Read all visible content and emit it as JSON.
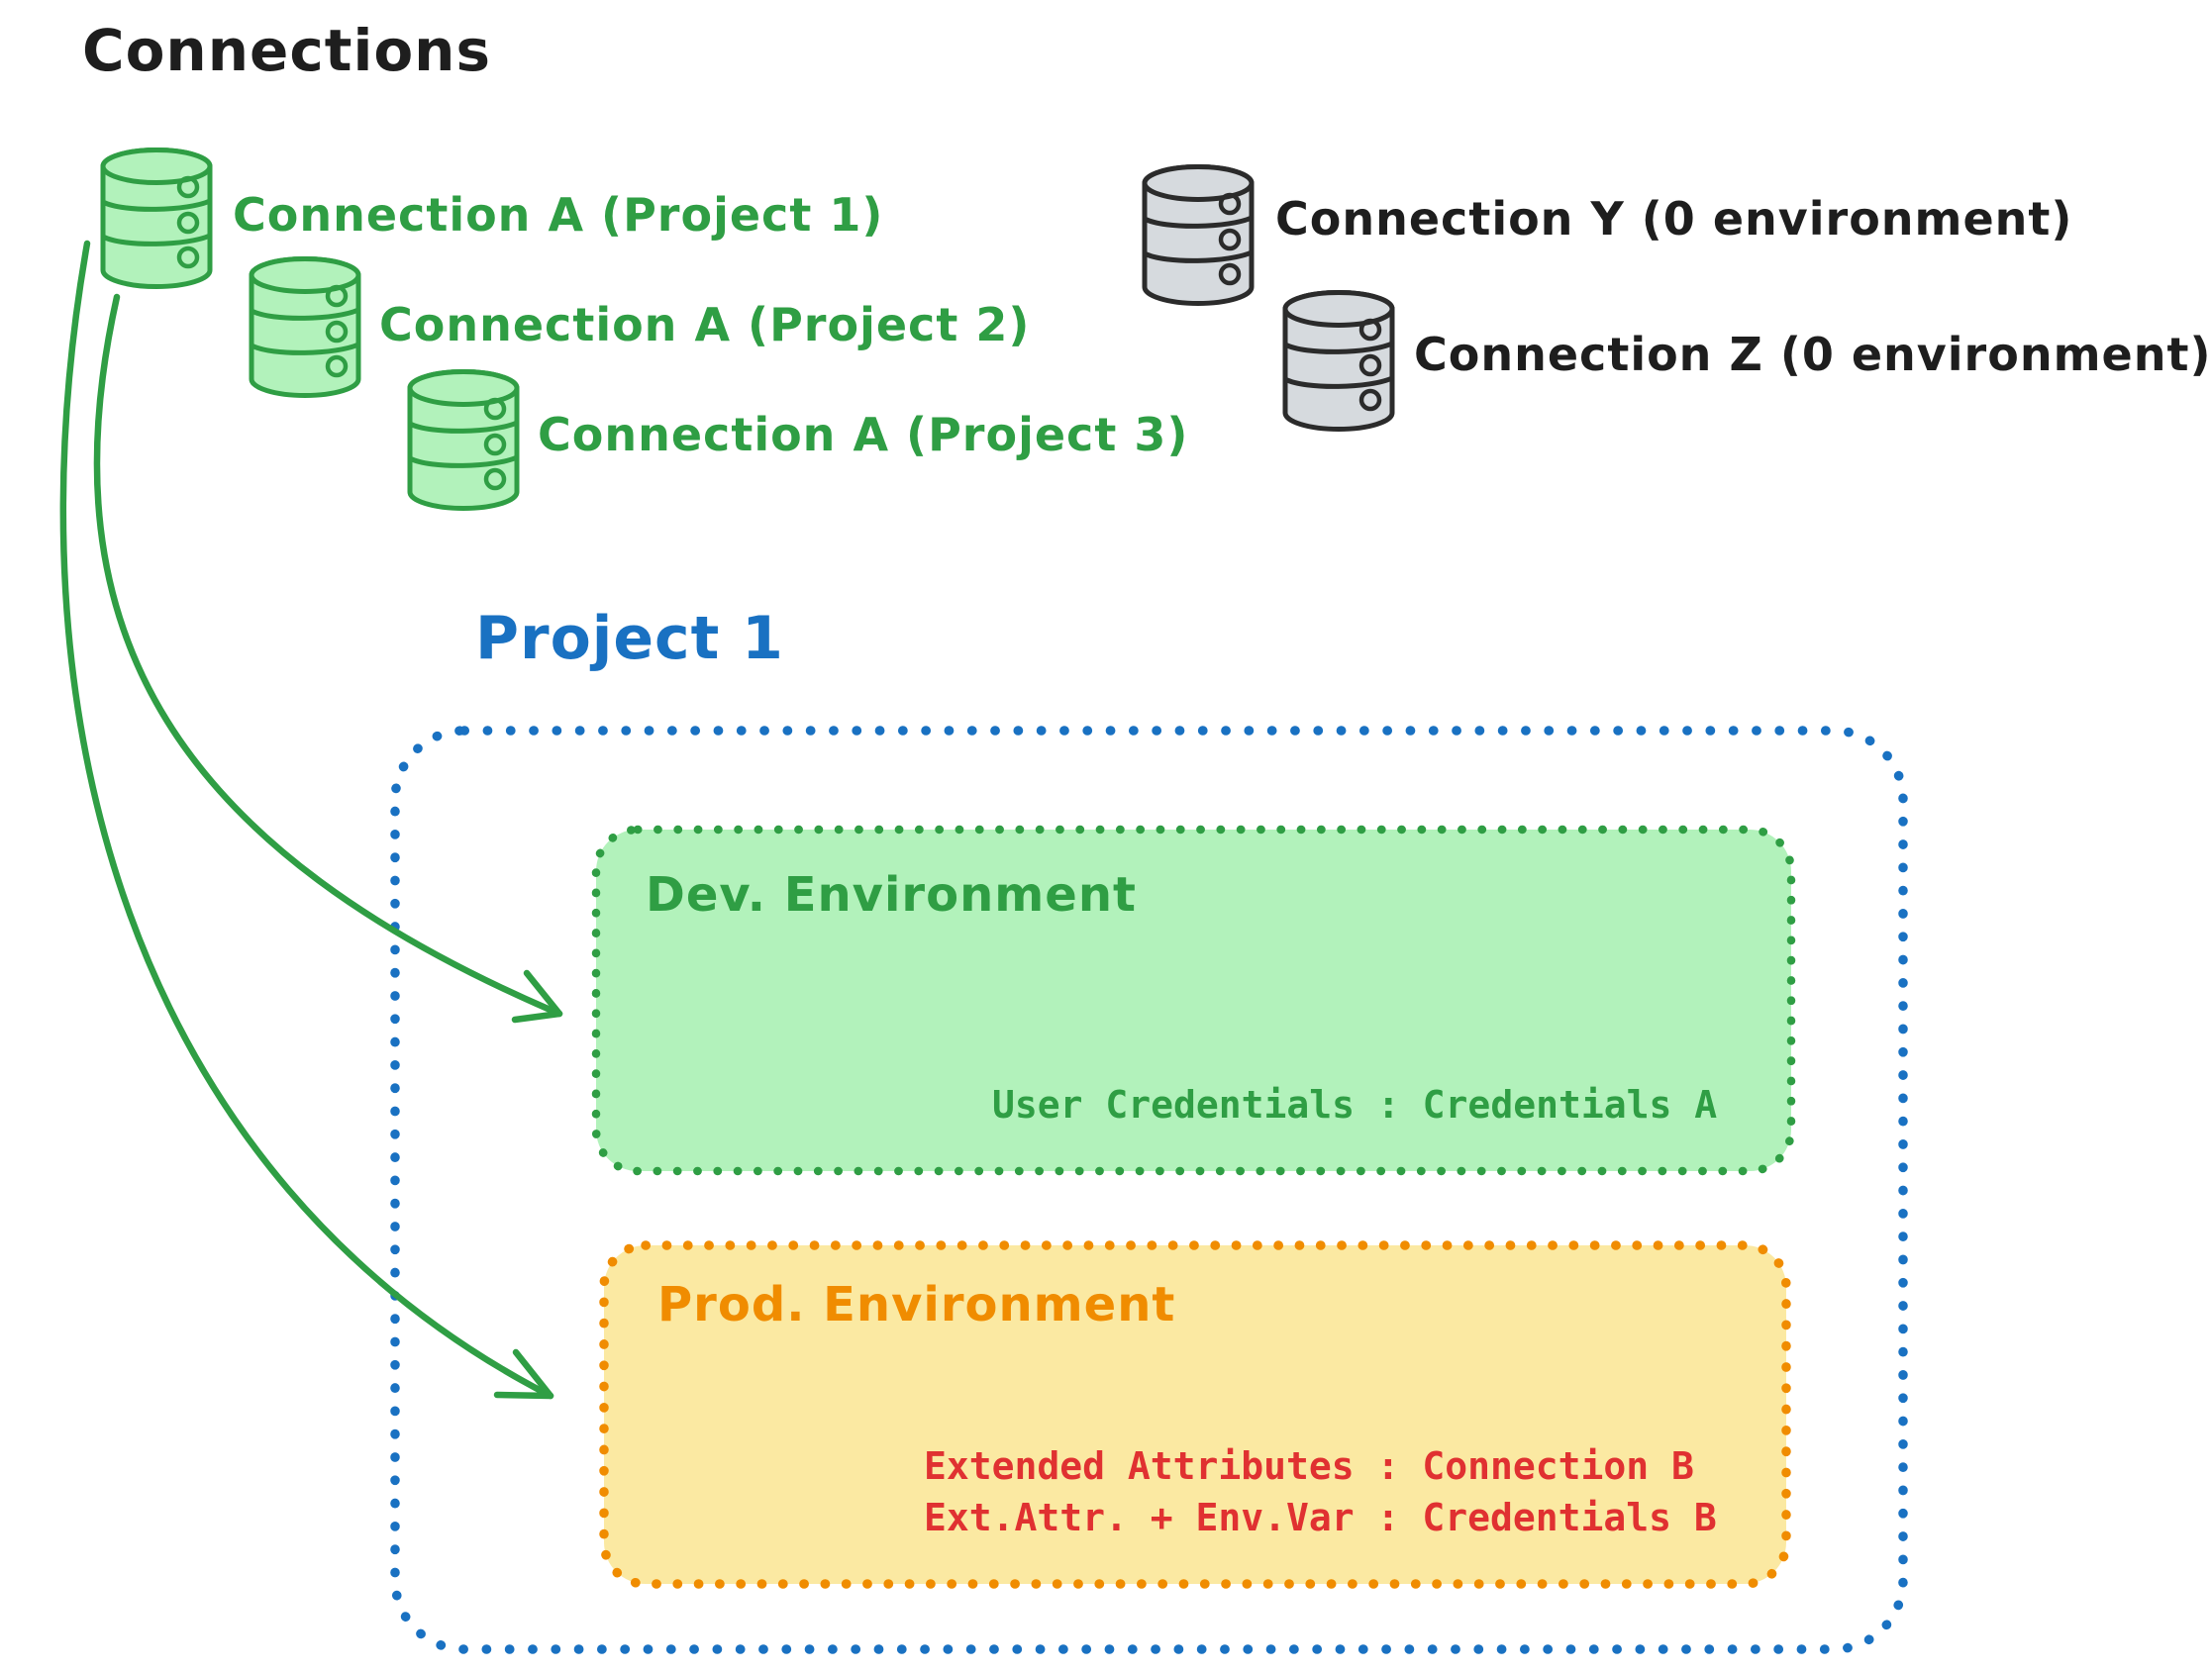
{
  "palette": {
    "ink": "#1e1e1e",
    "green": "#2f9e44",
    "green_fill": "#b2f2bb",
    "gray_fill": "#d6dade",
    "blue": "#1971c2",
    "orange": "#f08c00",
    "yellow_fill": "#fbe9a2",
    "red": "#e03131"
  },
  "header": {
    "title": "Connections"
  },
  "connections": {
    "project_a": [
      {
        "icon": "database-icon",
        "label": "Connection A (Project 1)"
      },
      {
        "icon": "database-icon",
        "label": "Connection A (Project 2)"
      },
      {
        "icon": "database-icon",
        "label": "Connection A (Project 3)"
      }
    ],
    "unassigned": [
      {
        "icon": "database-icon",
        "label": "Connection Y (0 environment)"
      },
      {
        "icon": "database-icon",
        "label": "Connection Z (0 environment)"
      }
    ]
  },
  "project": {
    "title": "Project 1",
    "dev_environment": {
      "title": "Dev. Environment",
      "mapping": "User Credentials : Credentials A"
    },
    "prod_environment": {
      "title": "Prod. Environment",
      "mappings": [
        "Extended Attributes : Connection B",
        "Ext.Attr. + Env.Var : Credentials B"
      ]
    }
  }
}
